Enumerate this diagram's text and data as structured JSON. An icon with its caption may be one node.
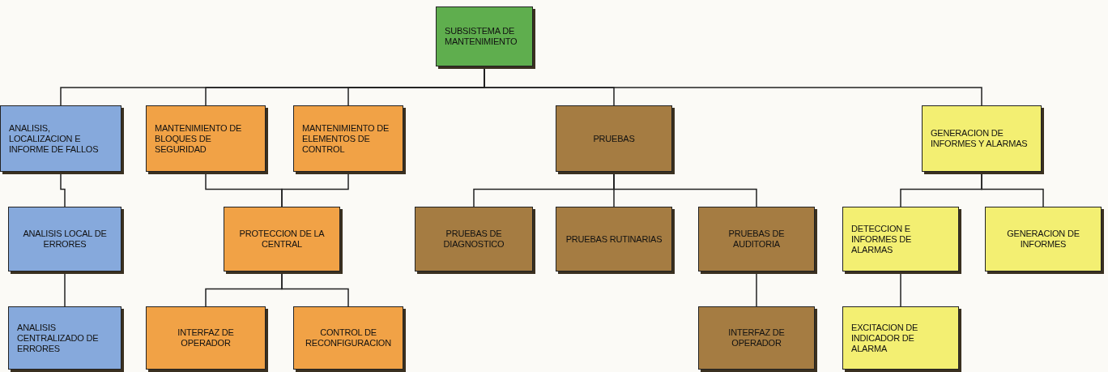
{
  "diagram": {
    "nodes": [
      {
        "text": [
          "SUBSISTEMA DE MANTENIMIENTO"
        ]
      },
      {
        "text": [
          "ANALISIS, LOCALIZACION E INFORME DE FALLOS"
        ]
      },
      {
        "text": [
          "MANTENIMIENTO DE BLOQUES DE SEGURIDAD"
        ]
      },
      {
        "text": [
          "MANTENIMIENTO DE ELEMENTOS DE CONTROL"
        ]
      },
      {
        "text": [
          "PRUEBAS"
        ]
      },
      {
        "text": [
          "GENERACION DE INFORMES Y ALARMAS"
        ]
      },
      {
        "text": [
          "ANALISIS LOCAL DE ERRORES"
        ]
      },
      {
        "text": [
          "PROTECCION DE LA CENTRAL"
        ]
      },
      {
        "text": [
          "PRUEBAS DE DIAGNOSTICO"
        ]
      },
      {
        "text": [
          "PRUEBAS RUTINARIAS"
        ]
      },
      {
        "text": [
          "PRUEBAS DE AUDITORIA"
        ]
      },
      {
        "text": [
          "DETECCION E INFORMES DE ALARMAS"
        ]
      },
      {
        "text": [
          "GENERACION DE INFORMES"
        ]
      },
      {
        "text": [
          "ANALISIS CENTRALIZADO DE ERRORES"
        ]
      },
      {
        "text": [
          "INTERFAZ DE OPERADOR"
        ]
      },
      {
        "text": [
          "CONTROL DE RECONFIGURACION"
        ]
      },
      {
        "text": [
          "INTERFAZ DE OPERADOR"
        ]
      },
      {
        "text": [
          "EXCITACION DE INDICADOR DE ALARMA"
        ]
      }
    ],
    "edges": [
      {
        "from": 0,
        "to": 1,
        "arrow": "none"
      },
      {
        "from": 0,
        "to": 2,
        "arrow": "none"
      },
      {
        "from": 0,
        "to": 3,
        "arrow": "none"
      },
      {
        "from": 0,
        "to": 4,
        "arrow": "none"
      },
      {
        "from": 0,
        "to": 5,
        "arrow": "none"
      },
      {
        "from": 1,
        "to": 6,
        "arrow": "none"
      },
      {
        "from": 6,
        "to": 13,
        "arrow": "none"
      },
      {
        "from": 2,
        "to": 7,
        "arrow": "none"
      },
      {
        "from": 3,
        "to": 7,
        "arrow": "none"
      },
      {
        "from": 7,
        "to": 14,
        "arrow": "none"
      },
      {
        "from": 7,
        "to": 15,
        "arrow": "none"
      },
      {
        "from": 4,
        "to": 8,
        "arrow": "none"
      },
      {
        "from": 4,
        "to": 9,
        "arrow": "none"
      },
      {
        "from": 4,
        "to": 10,
        "arrow": "none"
      },
      {
        "from": 10,
        "to": 16,
        "arrow": "none"
      },
      {
        "from": 5,
        "to": 11,
        "arrow": "none"
      },
      {
        "from": 5,
        "to": 12,
        "arrow": "none"
      },
      {
        "from": 11,
        "to": 17,
        "arrow": "none"
      }
    ]
  }
}
